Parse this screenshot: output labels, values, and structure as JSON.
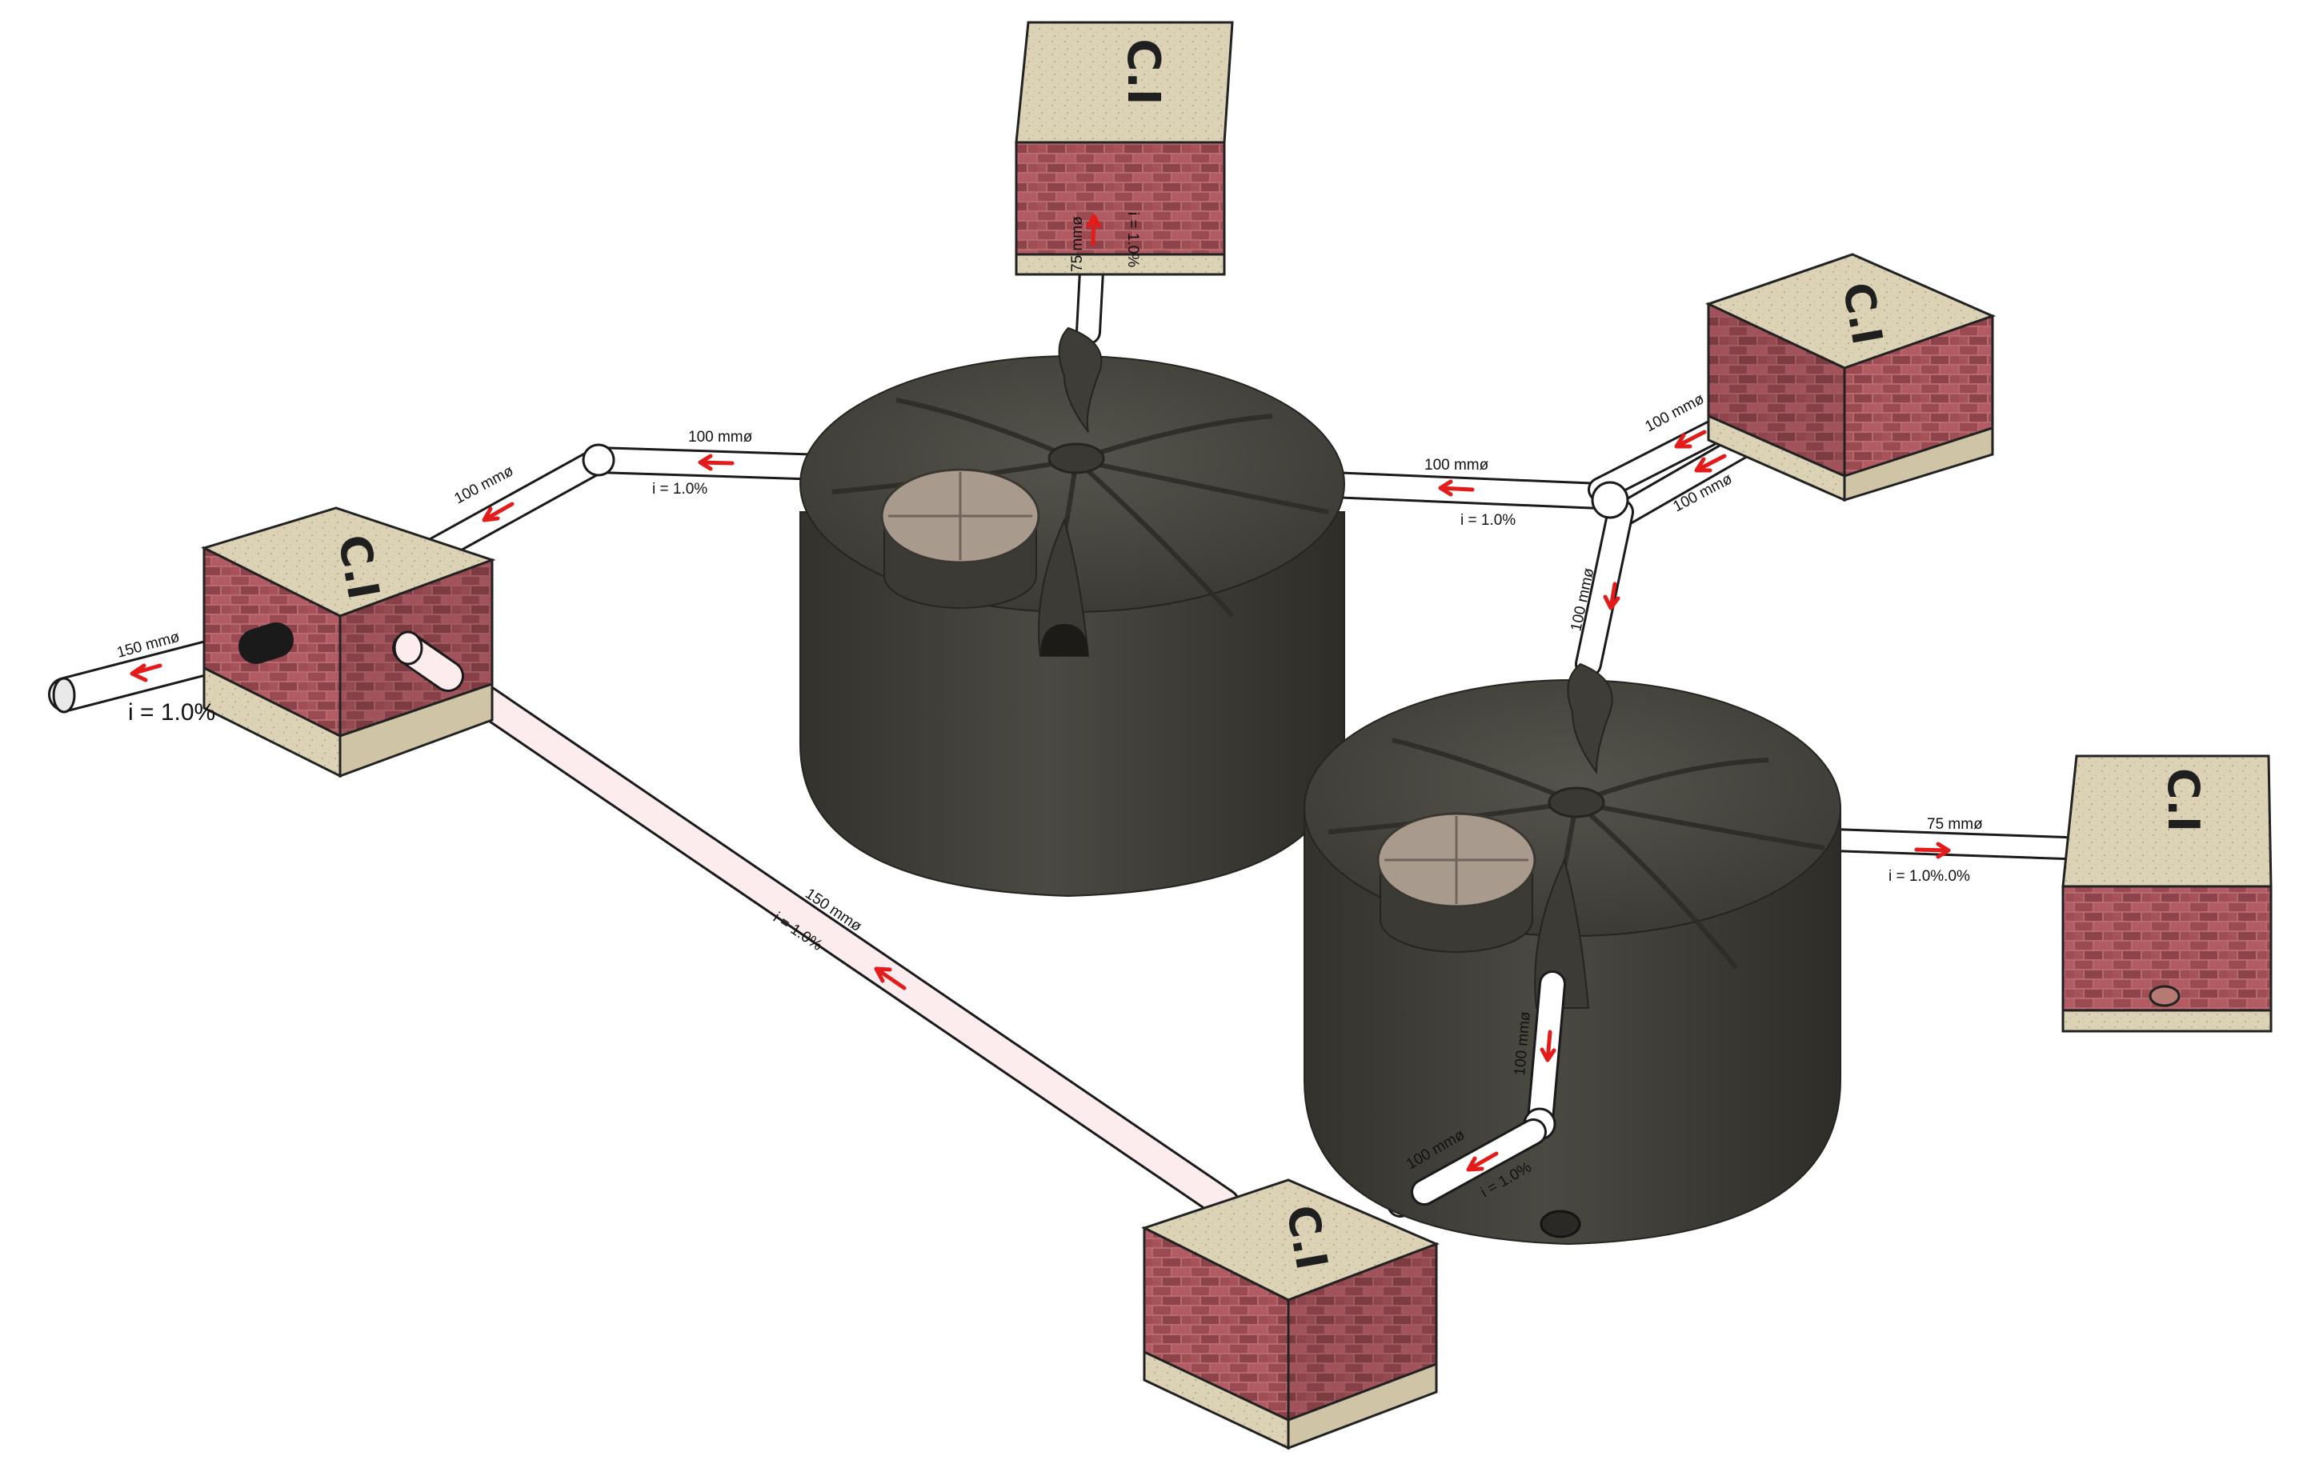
{
  "diagram": {
    "pipes": {
      "p150_main": {
        "size": "150 mmø",
        "slope": "i = 1.0%"
      },
      "p150_out": {
        "size": "150 mmø",
        "slope": "i = 1.0%"
      },
      "p100_left_a": {
        "size": "100 mmø"
      },
      "p100_left_b": {
        "size": "100 mmø",
        "slope": "i = 1.0%"
      },
      "p75_top": {
        "size": "75 mmø",
        "slope": "i = 1.0%"
      },
      "p100_right_a": {
        "size": "100 mmø",
        "slope": "i = 1.0%"
      },
      "p100_right_b": {
        "size": "100 mmø"
      },
      "p100_right_c": {
        "size": "100 mmø"
      },
      "p100_right_d": {
        "size": "100 mmø"
      },
      "p75_right": {
        "size": "75 mmø",
        "slope": "i = 1.0%.0%"
      },
      "p100_bottom_a": {
        "size": "100 mmø"
      },
      "p100_bottom_b": {
        "size": "100 mmø",
        "slope": "i = 1.0%"
      }
    },
    "chambers": [
      {
        "lid": "C.I"
      },
      {
        "lid": "C.I"
      },
      {
        "lid": "C.I"
      },
      {
        "lid": "C.I"
      },
      {
        "lid": "C.I"
      }
    ],
    "colors": {
      "tank": "#414039",
      "brick": "#9c4c52",
      "concrete": "#d9d0b3",
      "flow_arrow": "#e41b1b",
      "pipe": "#ffffff"
    }
  }
}
